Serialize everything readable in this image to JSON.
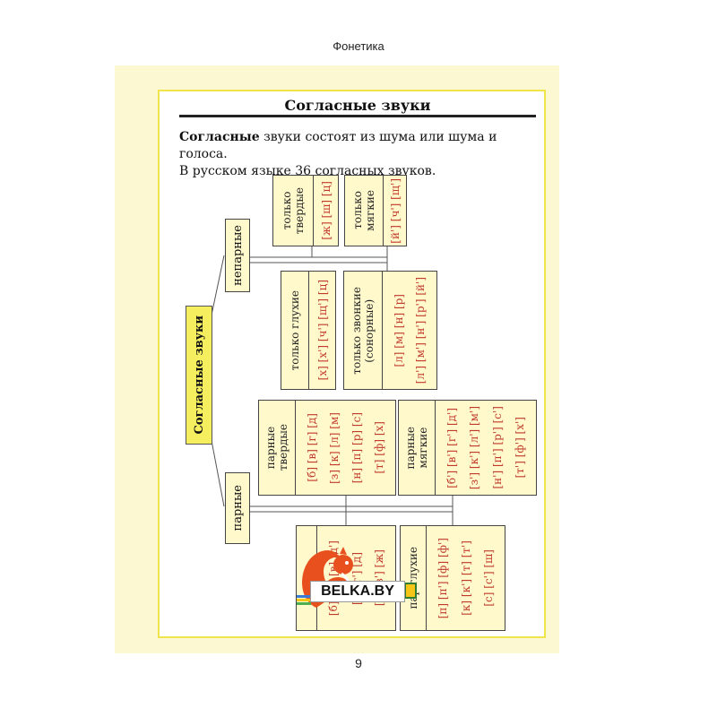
{
  "page": {
    "header": "Фонетика",
    "number": "9"
  },
  "title": "Согласные звуки",
  "intro": {
    "bold": "Согласные",
    "rest": " звуки состоят из шума или шума и голоса.",
    "line2": "В русском языке 36 согласных звуков."
  },
  "root": "Согласные звуки",
  "categories": {
    "unpaired": "непарные",
    "paired": "парные"
  },
  "unpaired": {
    "hard": {
      "label_line1": "только",
      "label_line2": "твердые",
      "sounds": [
        "[ж] [ш] [ц]"
      ]
    },
    "soft": {
      "label_line1": "только",
      "label_line2": "мягкие",
      "sounds": [
        "[й'] [ч'] [щ']"
      ]
    },
    "voiceless": {
      "label_line1": "только глухие",
      "sounds": [
        "[х] [х'] [ч'] [щ'] [ц]"
      ]
    },
    "voiced": {
      "label_line1": "только звонкие",
      "label_line2": "(сонорные)",
      "sounds": [
        "[л] [м] [н] [р]",
        "[л'] [м'] [н'] [р'] [й']"
      ]
    }
  },
  "paired": {
    "hard": {
      "label_line1": "парные",
      "label_line2": "твердые",
      "sounds": [
        "[б] [в] [г] [д]",
        "[з] [к] [л] [м]",
        "[н] [п] [р] [с]",
        "[т] [ф] [х]"
      ]
    },
    "soft": {
      "label_line1": "парные",
      "label_line2": "мягкие",
      "sounds": [
        "[б'] [в'] [г'] [д']",
        "[з'] [к'] [л'] [м']",
        "[н'] [п'] [р'] [с']",
        "[т'] [ф'] [х']"
      ]
    },
    "voiced": {
      "label_line1": "пар",
      "sounds": [
        "[б] [б'] [в] [д']",
        "[г] [г'] [д]",
        "[з] [з'] [ж]"
      ]
    },
    "voiceless": {
      "label_line1": "пар глухие",
      "sounds": [
        "[п] [п'] [ф] [ф']",
        "[к] [к'] [т] [т']",
        "[с] [с'] [ш]"
      ]
    }
  },
  "watermark": {
    "text": "BELKA.BY"
  }
}
